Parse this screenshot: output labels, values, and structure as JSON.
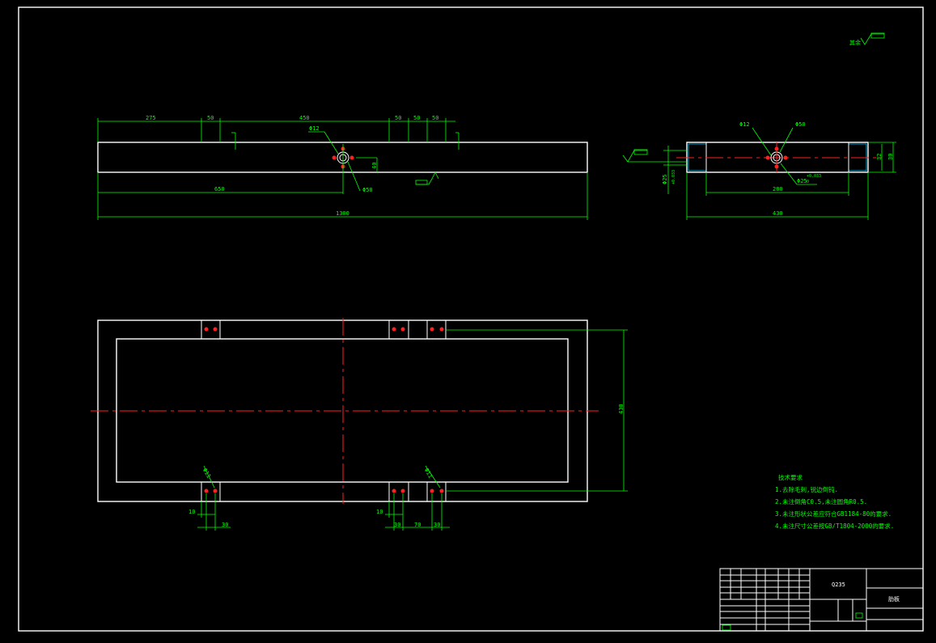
{
  "colors": {
    "background": "#000000",
    "outline": "#ffffff",
    "dimension": "#00ff00",
    "centerline": "#ff2020",
    "hatch": "#00c8ff"
  },
  "front_view": {
    "dim_275": "275",
    "dim_50a": "50",
    "dim_450": "450",
    "dim_50b": "50",
    "dim_50c": "50",
    "dim_50d": "50",
    "dim_650": "650",
    "dim_1300": "1300",
    "dim_40": "40",
    "dia_12": "Φ12",
    "dia_50": "Φ50"
  },
  "side_view": {
    "dia_12": "Φ12",
    "dia_50": "Φ50",
    "dia_25": "Φ25",
    "tol_25": "+0.033",
    "tol_25b": "0",
    "dim_280": "280",
    "dim_430": "430",
    "dim_32": "32",
    "dim_30": "30",
    "left_tol": "+0.033",
    "left_dim": "Φ25"
  },
  "plan_view": {
    "dim_430": "430",
    "dim_10a": "10",
    "dim_30a": "30",
    "dim_10b": "10",
    "dim_30b": "30",
    "dim_70": "70",
    "dim_30c": "30",
    "dia_11a": "Φ11",
    "dia_11b": "Φ11"
  },
  "tech_requirements": {
    "title": "技术要求",
    "items": [
      "1.去除毛刺,锐边倒钝.",
      "2.未注倒角C0.5,未注圆角R0.5.",
      "3.未注形状公差应符合GB1184-80的要求.",
      "4.未注尺寸公差按GB/T1804-2000的要求."
    ]
  },
  "title_block": {
    "material": "Q235",
    "part_name": "肋板"
  }
}
